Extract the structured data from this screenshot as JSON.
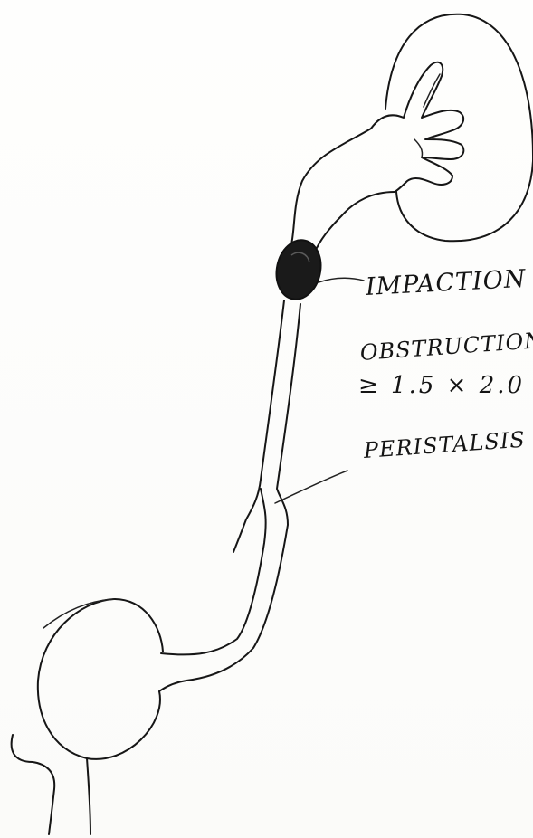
{
  "annotations": {
    "impaction": "IMPACTION",
    "obstruction": "OBSTRUCTION",
    "size": "≥ 1.5 × 2.0",
    "peristalsis": "PERISTALSIS"
  },
  "colors": {
    "ink": "#161616",
    "stone": "#1a1a1a",
    "paper": "#fdfdfb"
  }
}
